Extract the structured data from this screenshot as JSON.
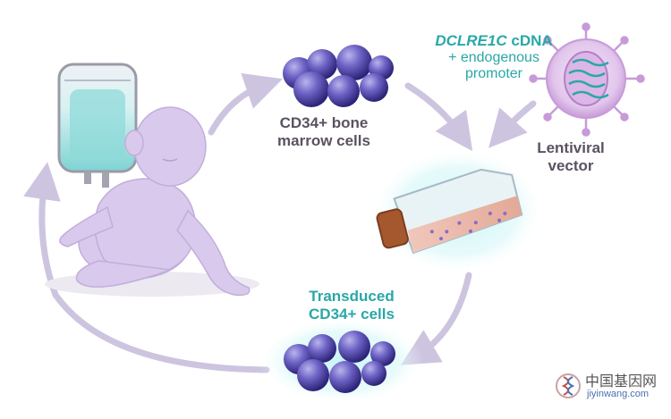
{
  "nodes": {
    "bone_marrow": {
      "line1": "CD34+ bone",
      "line2": "marrow cells"
    },
    "vector": {
      "line1": "Lentiviral",
      "line2": "vector"
    },
    "transduced": {
      "line1": "Transduced",
      "line2": "CD34+ cells"
    },
    "transgene": {
      "gene": "DCLRE1C",
      "suffix": " cDNA",
      "line2": "+ endogenous",
      "line3": "promoter"
    }
  },
  "watermark": {
    "chinese": "中国基因网",
    "url": "jiyinwang.com"
  },
  "colors": {
    "arrow": "#cdc4e0",
    "baby": "#d9c9ec",
    "cell": "#6b5fbf",
    "teal_text": "#2aa7a7",
    "gray_text": "#5a5262",
    "glow": "#bff0f3"
  },
  "icons": [
    "iv-bag-icon",
    "infant-figure",
    "cell-cluster-icon",
    "lentivirus-icon",
    "culture-flask-icon",
    "dna-logo-icon"
  ]
}
